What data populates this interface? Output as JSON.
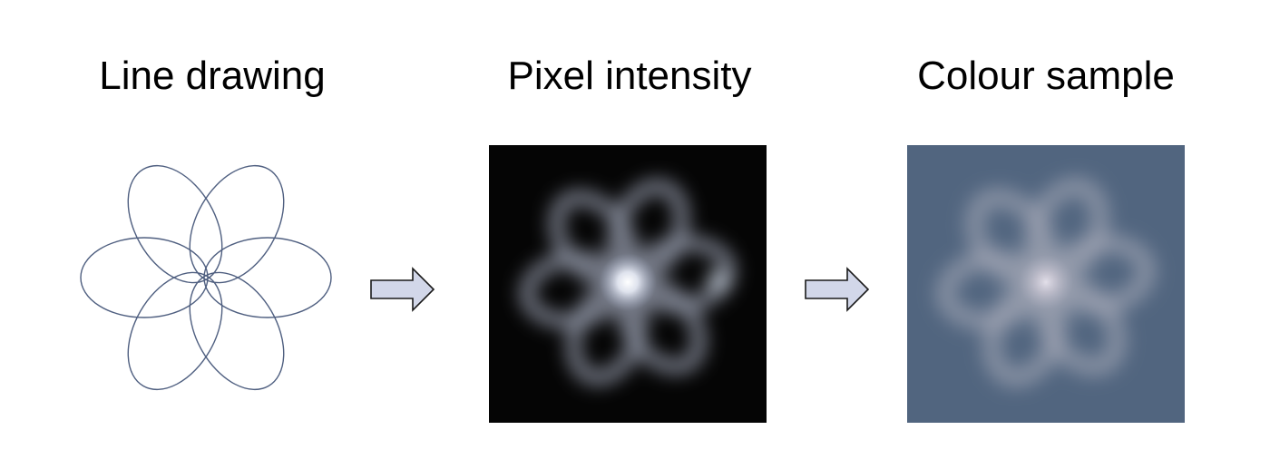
{
  "titles": {
    "line_drawing": "Line drawing",
    "pixel_intensity": "Pixel intensity",
    "colour_sample": "Colour sample"
  },
  "colors": {
    "stroke": "#4f5f80",
    "intensity_background": "#050505",
    "sample_background": "#51657f",
    "arrow_fill": "#d2d7e9",
    "arrow_stroke": "#1a1a1a"
  },
  "icons": {
    "arrow": "right-arrow-icon"
  },
  "figure": {
    "petals": 6
  }
}
